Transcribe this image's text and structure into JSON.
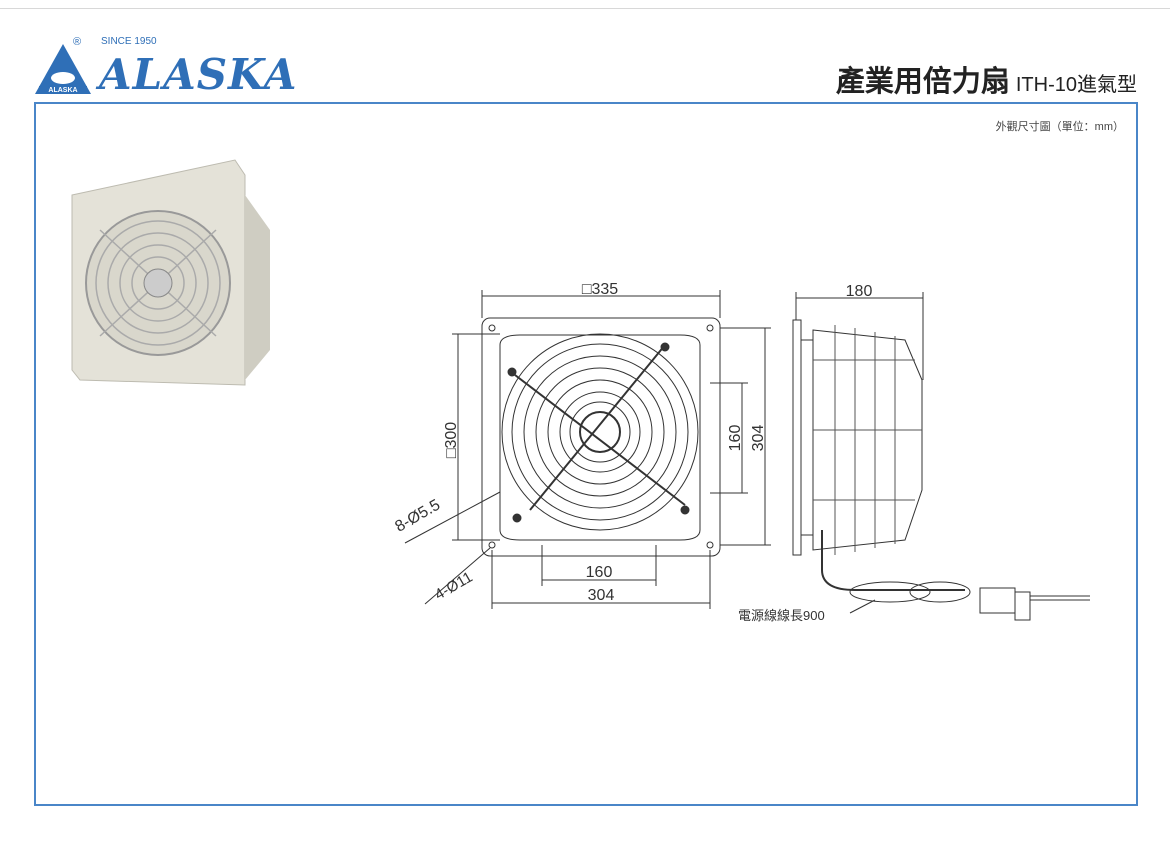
{
  "logo": {
    "brand": "ALASKA",
    "since": "SINCE 1950",
    "registered": "®",
    "badge_text": "ALASKA"
  },
  "header": {
    "title": "產業用倍力扇",
    "model": "ITH-10進氣型"
  },
  "frame": {
    "unit_note": "外觀尺寸圖（單位：mm）"
  },
  "dimensions": {
    "front_width": "□335",
    "inner_square": "□300",
    "hole_spacing_vertical": "160",
    "mount_vertical": "304",
    "small_holes": "8-Ø5.5",
    "large_holes": "4-Ø11",
    "hole_spacing_horizontal": "160",
    "mount_horizontal": "304",
    "depth": "180",
    "cable_length": "電源線線長900"
  },
  "colors": {
    "brand": "#2f6fb7",
    "frame": "#4a86c8"
  }
}
